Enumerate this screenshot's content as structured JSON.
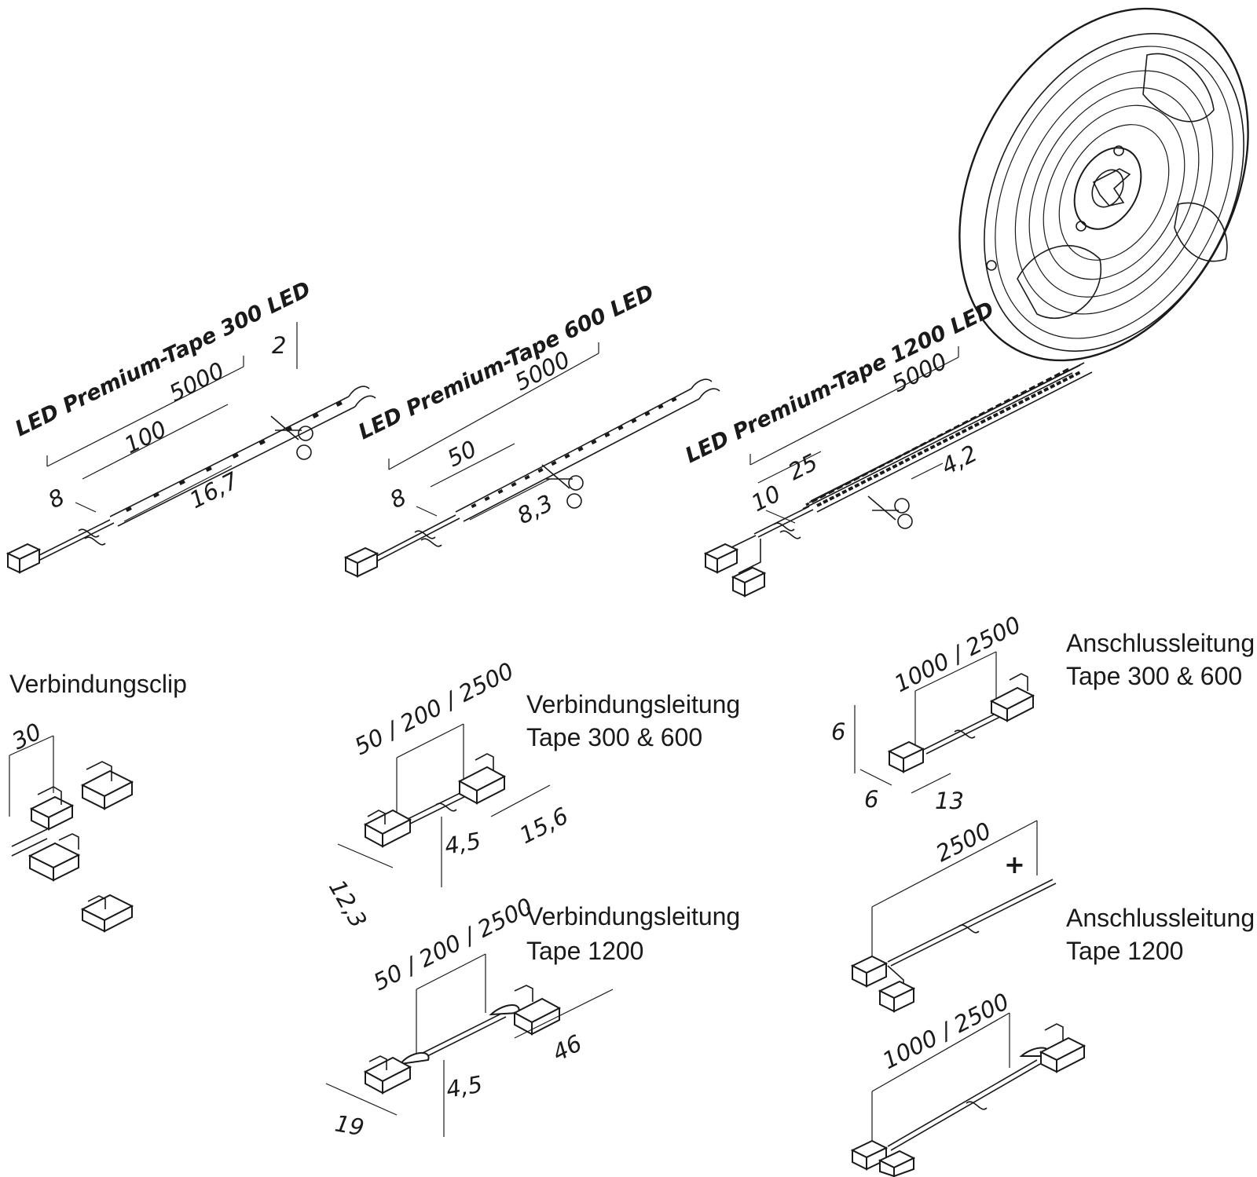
{
  "tapes": [
    {
      "title": "LED Premium-Tape 300 LED",
      "length": "5000",
      "cut_interval": "100",
      "width": "8",
      "led_pitch": "16,7",
      "height": "2"
    },
    {
      "title": "LED Premium-Tape 600 LED",
      "length": "5000",
      "cut_interval": "50",
      "width": "8",
      "led_pitch": "8,3"
    },
    {
      "title": "LED Premium-Tape 1200 LED",
      "length": "5000",
      "cut_interval": "25",
      "width": "10",
      "led_pitch": "4,2"
    }
  ],
  "accessories": {
    "clip": {
      "label": "Verbindungsclip",
      "dim": "30"
    },
    "conn_lead_300_600": {
      "label_line1": "Verbindungsleitung",
      "label_line2": "Tape 300 & 600",
      "length": "50 / 200 / 2500",
      "dim_a": "4,5",
      "dim_b": "15,6",
      "dim_c": "12,3"
    },
    "conn_lead_1200": {
      "label_line1": "Verbindungsleitung",
      "label_line2": "Tape 1200",
      "length": "50 / 200 / 2500",
      "dim_a": "4,5",
      "dim_b": "46",
      "dim_c": "19"
    },
    "supply_300_600": {
      "label_line1": "Anschlussleitung",
      "label_line2": "Tape 300 & 600",
      "length": "1000 / 2500",
      "dim_a": "6",
      "dim_b": "6",
      "dim_c": "13"
    },
    "supply_1200": {
      "label_line1": "Anschlussleitung",
      "label_line2": "Tape 1200",
      "length_a": "2500",
      "polarity": "+",
      "length_b": "1000 / 2500"
    }
  }
}
